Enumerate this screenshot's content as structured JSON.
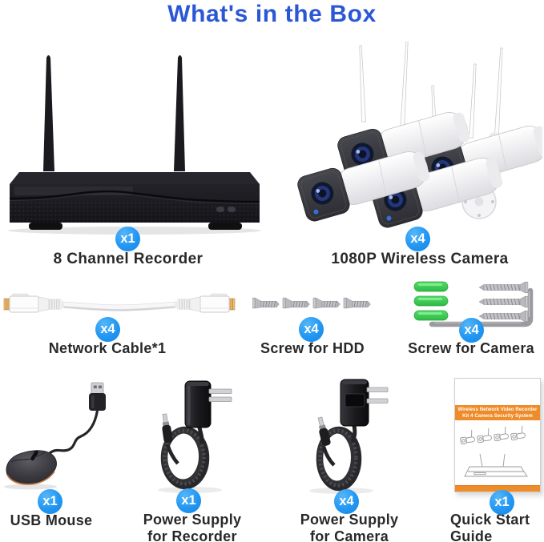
{
  "title": "What's in the Box",
  "colors": {
    "title_blue": "#2b57d6",
    "badge_blue": "#2196f3",
    "accent_orange": "#ef8c2a",
    "anchor_green": "#3ecb54",
    "label_dark": "#292929"
  },
  "items": {
    "recorder": {
      "qty": "x1",
      "label": "8 Channel Recorder"
    },
    "wireless_camera": {
      "qty": "x4",
      "label": "1080P Wireless Camera"
    },
    "network_cable": {
      "qty": "x4",
      "label": "Network Cable*1"
    },
    "hdd_screws": {
      "qty": "x4",
      "label": "Screw for HDD"
    },
    "camera_screws": {
      "qty": "x4",
      "label": "Screw for Camera"
    },
    "usb_mouse": {
      "qty": "x1",
      "label": "USB Mouse"
    },
    "psu_recorder": {
      "qty": "x1",
      "label_lines": [
        "Power Supply",
        "for Recorder"
      ]
    },
    "psu_camera": {
      "qty": "x4",
      "label_lines": [
        "Power Supply",
        "for Camera"
      ]
    },
    "quick_start_guide": {
      "qty": "x1",
      "label_lines": [
        "Quick Start",
        "Guide"
      ],
      "cover_lines": [
        "Wireless Network Video Recorder",
        "Kit 4 Camera Security System"
      ]
    }
  }
}
